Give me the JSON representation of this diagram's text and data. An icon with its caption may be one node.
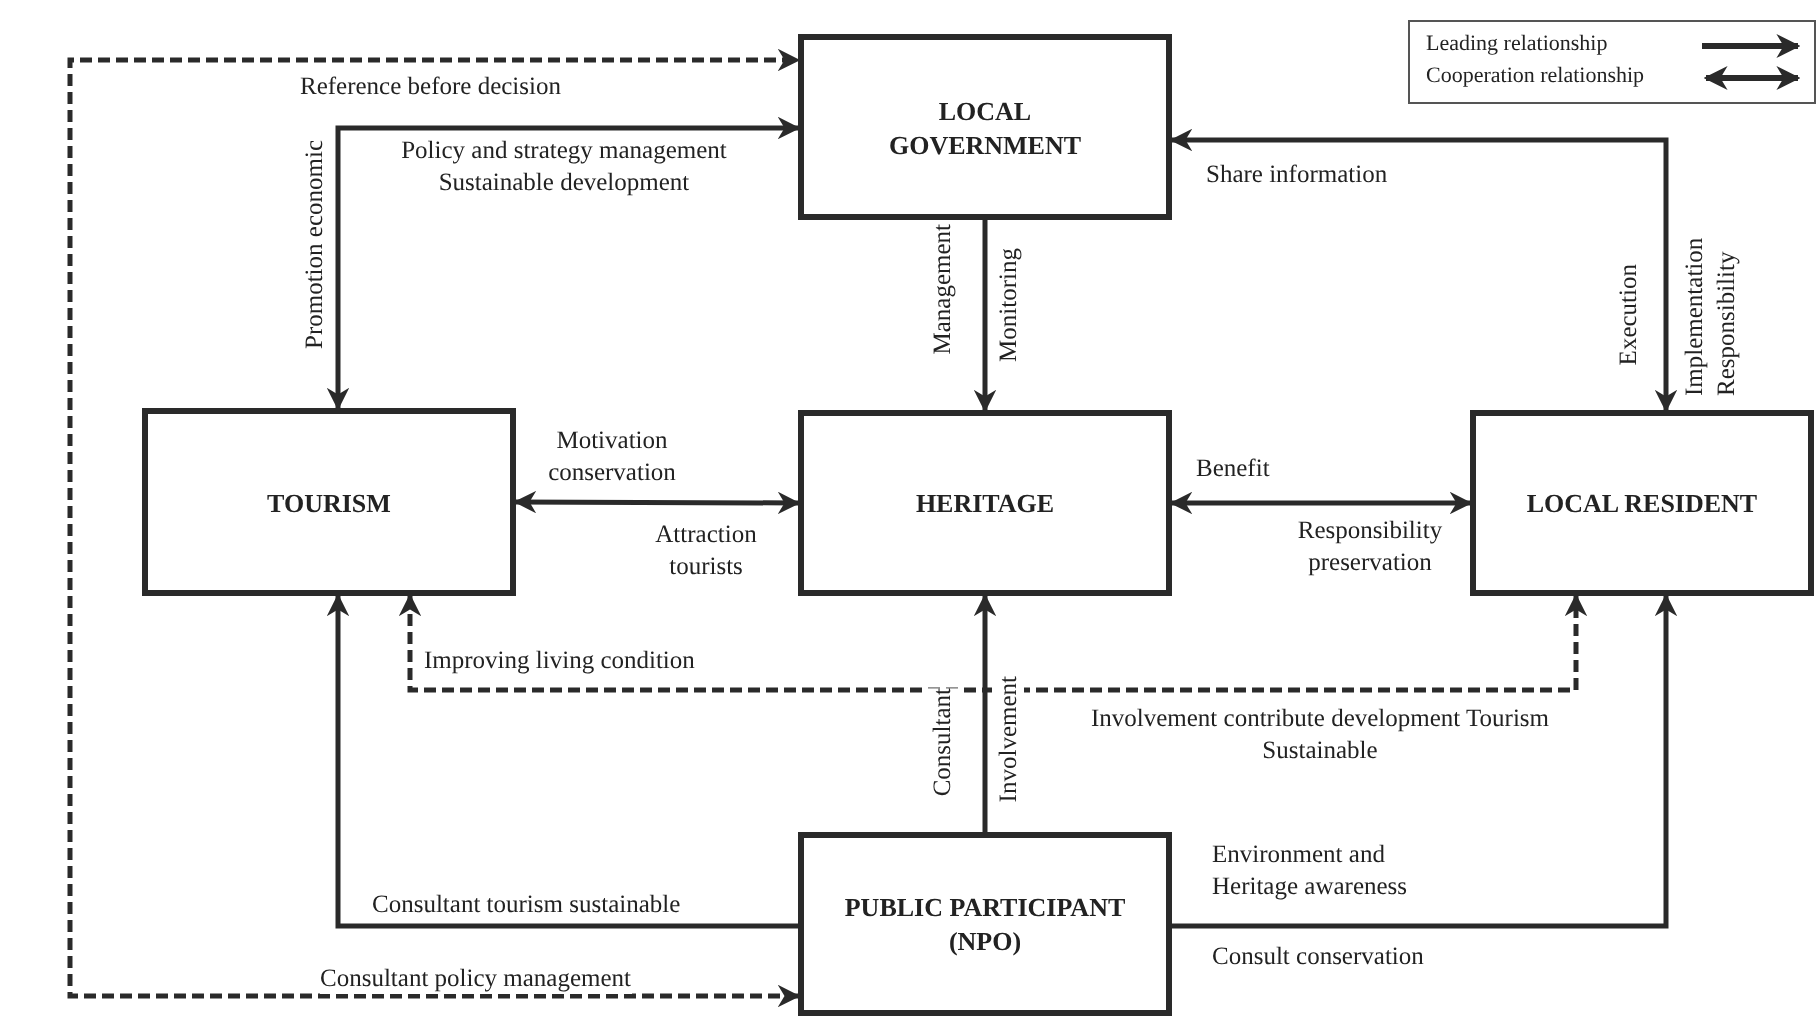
{
  "diagram": {
    "nodes": [
      {
        "text": [
          "LOCAL GOVERNMENT"
        ]
      },
      {
        "text": [
          "TOURISM"
        ]
      },
      {
        "text": [
          "HERITAGE"
        ]
      },
      {
        "text": [
          "LOCAL RESIDENT"
        ]
      },
      {
        "text": [
          "PUBLIC PARTICIPANT (NPO)"
        ]
      }
    ],
    "edges": [
      {
        "from": 4,
        "to": 0,
        "arrow": "both",
        "style": "dashed",
        "label": "Reference before decision"
      },
      {
        "from": 1,
        "to": 0,
        "arrow": "both",
        "label": "Policy and strategy management Sustainable development"
      },
      {
        "from": 0,
        "to": 2,
        "arrow": "to",
        "label": "Management"
      },
      {
        "from": 0,
        "to": 3,
        "arrow": "both",
        "label": "Share information"
      },
      {
        "from": 1,
        "to": 2,
        "arrow": "both",
        "label": "Motivation conservation"
      },
      {
        "from": 2,
        "to": 3,
        "arrow": "both",
        "label": "Benefit"
      },
      {
        "from": 4,
        "to": 2,
        "arrow": "to",
        "label": "Consultant"
      },
      {
        "from": 4,
        "to": 1,
        "arrow": "to",
        "label": "Consultant tourism sustainable"
      },
      {
        "from": 4,
        "to": 3,
        "arrow": "to",
        "label": "Environment and Heritage awareness"
      },
      {
        "from": 1,
        "to": 3,
        "arrow": "both",
        "style": "dashed",
        "label": "Improving living condition"
      }
    ],
    "labels": [
      "Consultant policy management",
      "Promotion economic",
      "Monitoring",
      "Execution",
      "Implementation Responsibility",
      "Attraction tourists",
      "Responsibility preservation",
      "Involvement",
      "Involvement contribute development Tourism Sustainable",
      "Consult conservation"
    ],
    "legend": [
      {
        "text": "Leading relationship"
      },
      {
        "text": "Cooperation relationship"
      }
    ]
  }
}
